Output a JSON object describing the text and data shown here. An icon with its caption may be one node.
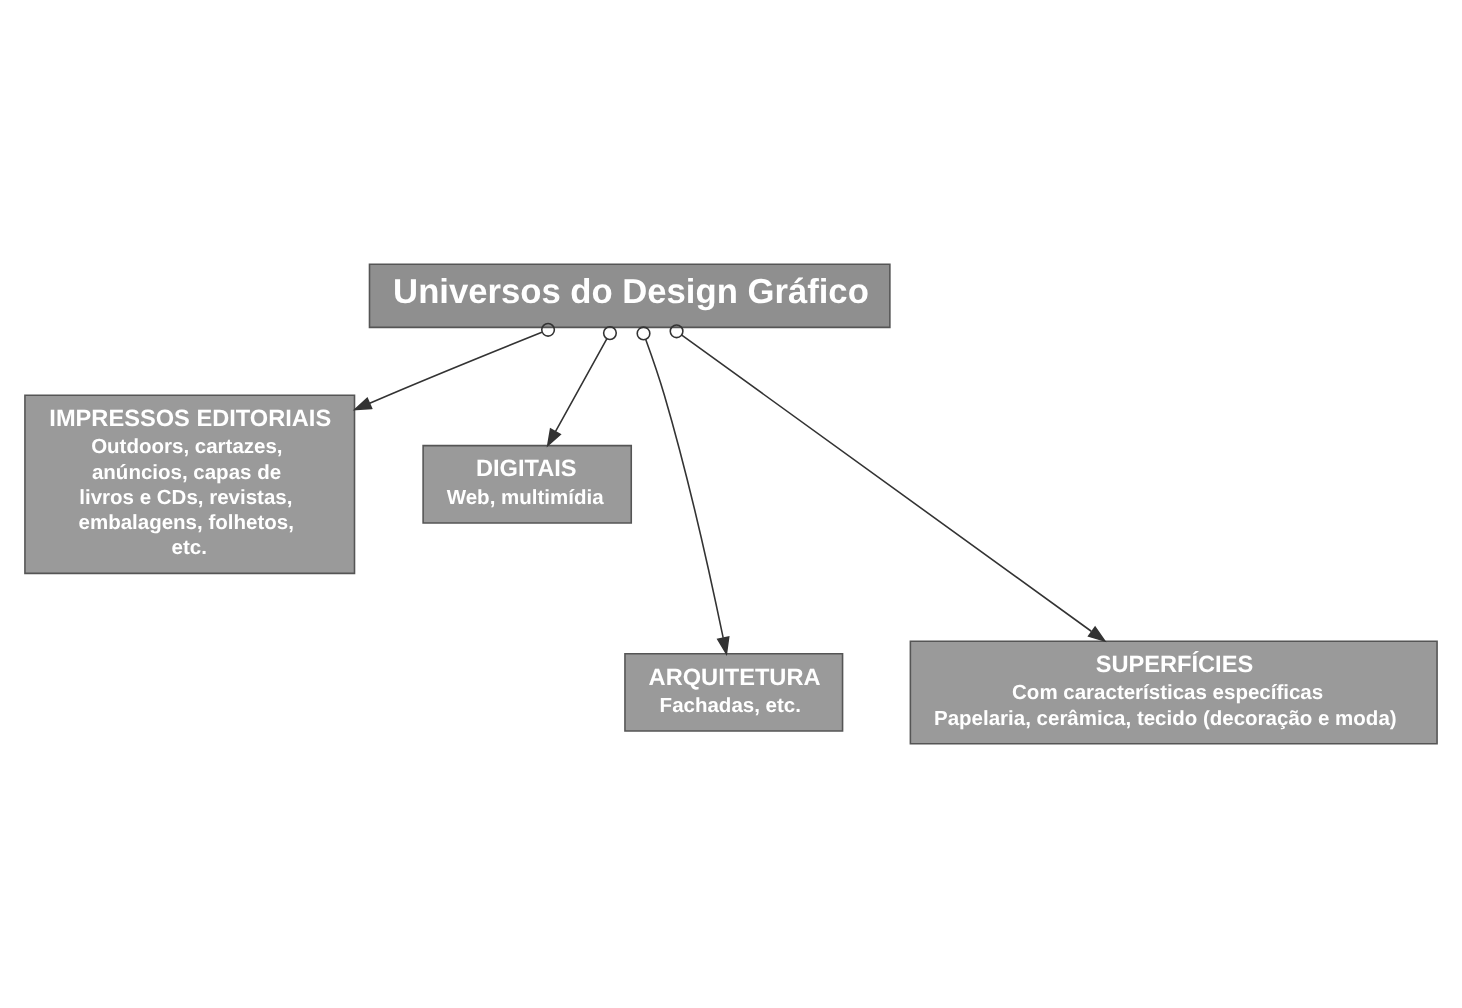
{
  "diagram": {
    "nodes": [
      {
        "text": [
          "Universos do Design Gráfico"
        ]
      },
      {
        "text": [
          "IMPRESSOS EDITORIAIS",
          "Outdoors, cartazes, anúncios, capas de livros e CDs, revistas, embalagens, folhetos, etc."
        ]
      },
      {
        "text": [
          "DIGITAIS",
          "Web, multimídia"
        ]
      },
      {
        "text": [
          "ARQUITETURA",
          "Fachadas, etc."
        ]
      },
      {
        "text": [
          "SUPERFÍCIES",
          "Com características específicas",
          "Papelaria, cerâmica, tecido (decoração e moda)"
        ]
      }
    ],
    "edges": [
      {
        "from": 0,
        "to": 1,
        "arrow": "to"
      },
      {
        "from": 0,
        "to": 3,
        "arrow": "to"
      },
      {
        "from": 0,
        "to": 4,
        "arrow": "to"
      },
      {
        "from": 0,
        "to": 2,
        "arrow": "to"
      }
    ]
  }
}
